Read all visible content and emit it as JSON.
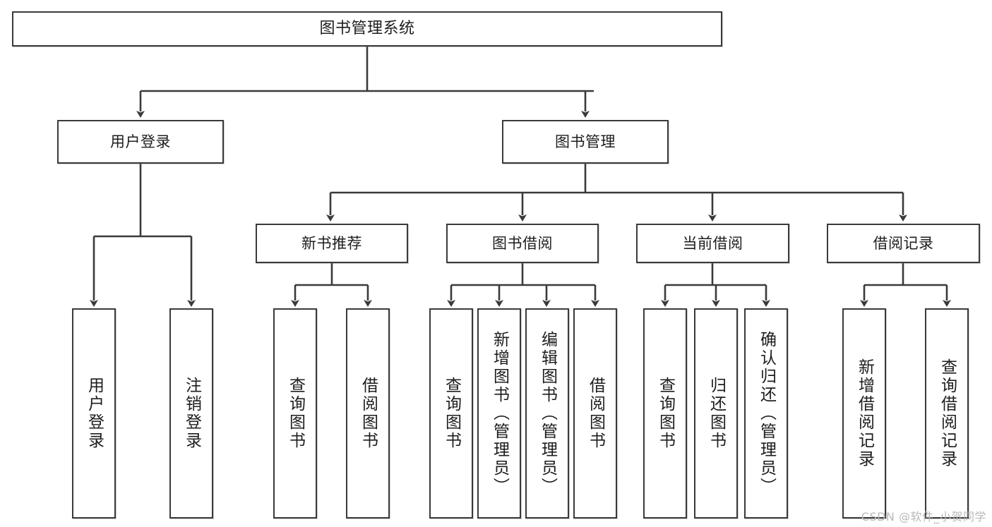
{
  "diagram": {
    "title": "图书管理系统",
    "type": "tree-hierarchy-chart",
    "stroke_color": "#3a3a3a",
    "background_color": "#ffffff",
    "text_color": "#1d1d1d"
  },
  "nodes": {
    "root": {
      "label": "图书管理系统"
    },
    "level2": [
      {
        "label": "用户登录"
      },
      {
        "label": "图书管理"
      }
    ],
    "level3": [
      {
        "label": "新书推荐"
      },
      {
        "label": "图书借阅"
      },
      {
        "label": "当前借阅"
      },
      {
        "label": "借阅记录"
      }
    ],
    "leaves": {
      "user_login": [
        {
          "label": "用户登录"
        },
        {
          "label": "注销登录"
        }
      ],
      "new_book_recommend": [
        {
          "label": "查询图书"
        },
        {
          "label": "借阅图书"
        }
      ],
      "book_borrow": [
        {
          "label": "查询图书"
        },
        {
          "label": "新增图书（管理员）"
        },
        {
          "label": "编辑图书（管理员）"
        },
        {
          "label": "借阅图书"
        }
      ],
      "current_borrow": [
        {
          "label": "查询图书"
        },
        {
          "label": "归还图书"
        },
        {
          "label": "确认归还（管理员）"
        }
      ],
      "borrow_record": [
        {
          "label": "新增借阅记录"
        },
        {
          "label": "查询借阅记录"
        }
      ]
    }
  },
  "watermark": {
    "text": "CSDN @软件_小贺同学"
  }
}
